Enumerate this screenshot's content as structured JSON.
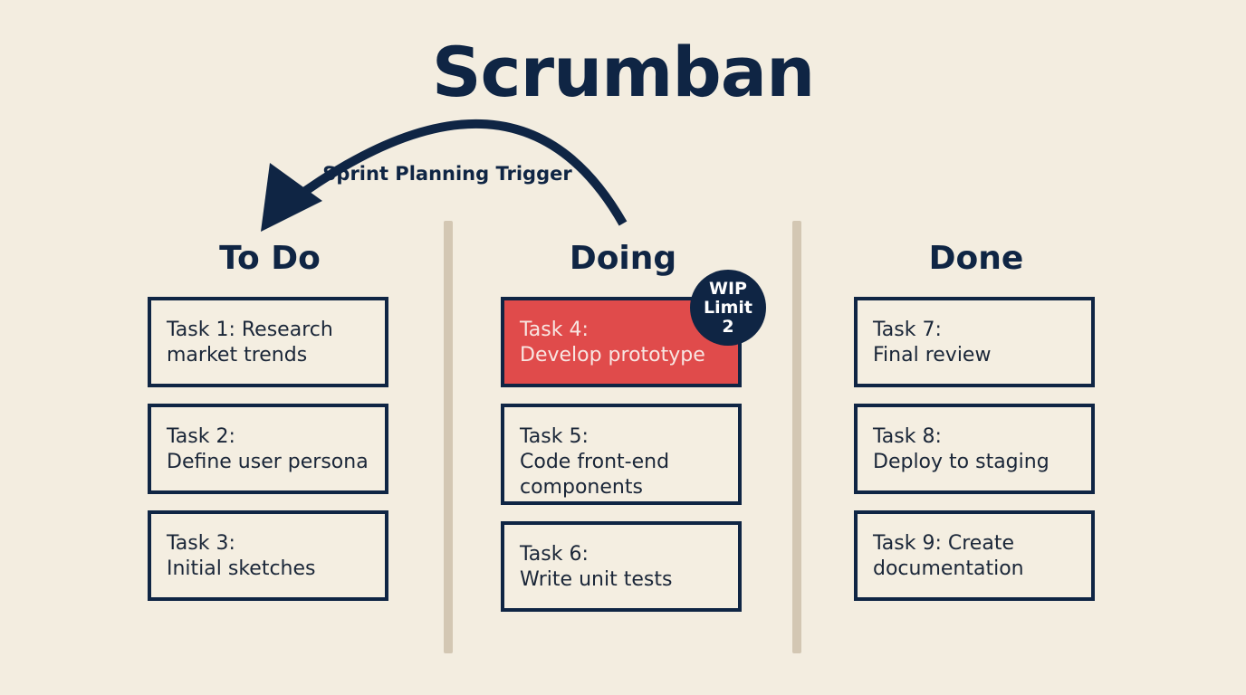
{
  "title": "Scrumban",
  "trigger": {
    "label": "Sprint Planning Trigger"
  },
  "columns": [
    {
      "title": "To Do",
      "cards": [
        {
          "lines": [
            "Task 1: Research",
            "market trends"
          ]
        },
        {
          "lines": [
            "Task 2:",
            "Define user persona"
          ]
        },
        {
          "lines": [
            "Task 3:",
            "Initial sketches"
          ]
        }
      ]
    },
    {
      "title": "Doing",
      "cards": [
        {
          "lines": [
            "Task 4:",
            "Develop prototype"
          ]
        },
        {
          "lines": [
            "Task 5:",
            "Code front-end",
            "components"
          ]
        },
        {
          "lines": [
            "Task 6:",
            "Write unit tests"
          ]
        }
      ]
    },
    {
      "title": "Done",
      "cards": [
        {
          "lines": [
            "Task 7:",
            "Final review"
          ]
        },
        {
          "lines": [
            "Task 8:",
            "Deploy to staging"
          ]
        },
        {
          "lines": [
            "Task 9: Create",
            "documentation"
          ]
        }
      ]
    }
  ],
  "wip": {
    "lines": [
      "WIP",
      "Limit",
      "2"
    ]
  },
  "colors": {
    "background": "#f3ede0",
    "navy": "#0f2544",
    "highlight": "#e04b4b",
    "divider": "#d3c7b3"
  }
}
